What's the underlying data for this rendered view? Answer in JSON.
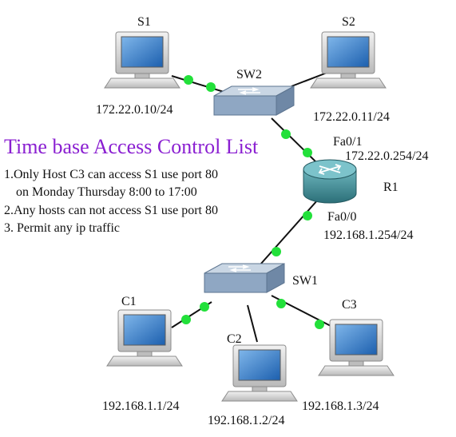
{
  "title": "Time base Access Control List",
  "tasks": [
    "1.Only Host C3 can access S1 use port 80",
    "on Monday Thursday 8:00 to 17:00",
    "2.Any hosts can not access S1 use port 80",
    "3. Permit any ip traffic"
  ],
  "devices": {
    "s1": {
      "name": "S1",
      "ip": "172.22.0.10/24"
    },
    "s2": {
      "name": "S2",
      "ip": "172.22.0.11/24"
    },
    "sw2": {
      "name": "SW2"
    },
    "r1": {
      "name": "R1",
      "if_top": "Fa0/1",
      "ip_top": "172.22.0.254/24",
      "if_bottom": "Fa0/0",
      "ip_bottom": "192.168.1.254/24"
    },
    "sw1": {
      "name": "SW1"
    },
    "c1": {
      "name": "C1",
      "ip": "192.168.1.1/24"
    },
    "c2": {
      "name": "C2",
      "ip": "192.168.1.2/24"
    },
    "c3": {
      "name": "C3",
      "ip": "192.168.1.3/24"
    }
  },
  "colors": {
    "title": "#8a1fd1",
    "link_dot": "#22e03a",
    "screen": "#1f6fc2",
    "device_body": "#d8d8d8",
    "router": "#3d8e98",
    "switch": "#8fa7c3"
  },
  "icons": [
    "pc-icon",
    "switch-icon",
    "router-icon"
  ]
}
